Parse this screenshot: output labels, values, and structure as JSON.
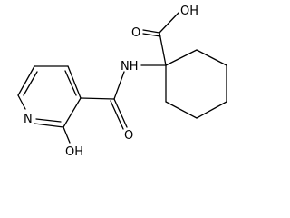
{
  "molecule": {
    "labels": {
      "carboxyl_oh": "OH",
      "carboxyl_o": "O",
      "amide_nh": "NH",
      "amide_o": "O",
      "pyridine_n": "N",
      "hydroxy": "OH"
    }
  }
}
